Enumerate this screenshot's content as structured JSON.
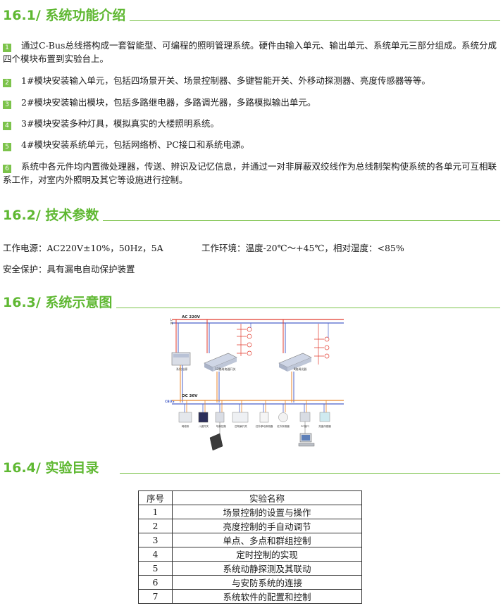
{
  "sections": {
    "s1": {
      "title": "16.1/ 系统功能介绍"
    },
    "s2": {
      "title": "16.2/ 技术参数"
    },
    "s3": {
      "title": "16.3/ 系统示意图"
    },
    "s4": {
      "title": "16.4/ 实验目录"
    }
  },
  "intro": [
    {
      "num": "1",
      "text": "通过C-Bus总线搭构成一套智能型、可编程的照明管理系统。硬件由输入单元、输出单元、系统单元三部分组成。系统分成四个模块布置到实验台上。"
    },
    {
      "num": "2",
      "text": "1#模块安装输入单元，包括四场景开关、场景控制器、多键智能开关、外移动探测器、亮度传感器等等。"
    },
    {
      "num": "3",
      "text": "2#模块安装输出模块，包括多路继电器，多路调光器，多路模拟输出单元。"
    },
    {
      "num": "4",
      "text": "3#模块安装多种灯具，模拟真实的大楼照明系统。"
    },
    {
      "num": "5",
      "text": "4#模块安装系统单元，包括网络桥、PC接口和系统电源。"
    },
    {
      "num": "6",
      "text": "系统中各元件均内置微处理器，传送、辨识及记忆信息，并通过一对非屏蔽双绞线作为总线制架构使系统的各单元可互相联系工作，对室内外照明及其它等设施进行控制。"
    }
  ],
  "specs": {
    "power": "工作电源：AC220V±10%，50Hz，5A",
    "environment": "工作环境：温度-20℃～+45℃，相对湿度：<85%",
    "protection": "安全保护：具有漏电自动保护装置"
  },
  "diagram": {
    "ac_label": "AC 220V",
    "l_label": "L",
    "n_label": "N",
    "dc_label": "DC 36V",
    "cbus_label": "CBUS",
    "units": [
      "系统电源",
      "12路继电器开关",
      "8路调光器"
    ],
    "devices": [
      "网络桥",
      "八键开关",
      "场景控制",
      "四场景开关",
      "红外移动探测器",
      "红外探测器",
      "PC接口",
      "亮度传感器"
    ],
    "colors": {
      "live": "#e23b2e",
      "neutral": "#4b62c9",
      "cbus": "#e8862b",
      "wire": "#7a7a7a"
    }
  },
  "experiments": {
    "headers": [
      "序号",
      "实验名称"
    ],
    "rows": [
      {
        "no": "1",
        "name": "场景控制的设置与操作"
      },
      {
        "no": "2",
        "name": "亮度控制的手自动调节"
      },
      {
        "no": "3",
        "name": "单点、多点和群组控制"
      },
      {
        "no": "4",
        "name": "定时控制的实现"
      },
      {
        "no": "5",
        "name": "系统动静探测及其联动"
      },
      {
        "no": "6",
        "name": "与安防系统的连接"
      },
      {
        "no": "7",
        "name": "系统软件的配置和控制"
      }
    ]
  }
}
